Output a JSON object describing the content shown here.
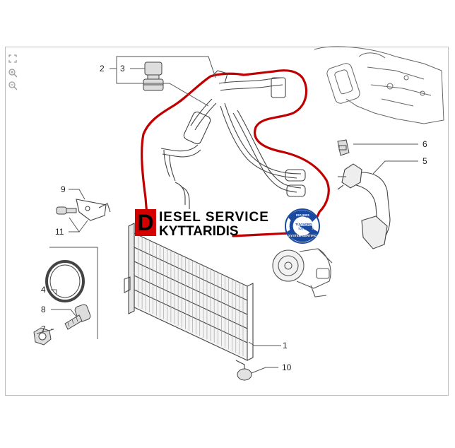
{
  "diagram": {
    "callouts": [
      {
        "id": "p1",
        "label": "1"
      },
      {
        "id": "p2",
        "label": "2"
      },
      {
        "id": "p3",
        "label": "3"
      },
      {
        "id": "p4",
        "label": "4"
      },
      {
        "id": "p5",
        "label": "5"
      },
      {
        "id": "p6",
        "label": "6"
      },
      {
        "id": "p7",
        "label": "7"
      },
      {
        "id": "p8",
        "label": "8"
      },
      {
        "id": "p9",
        "label": "9"
      },
      {
        "id": "p10",
        "label": "10"
      },
      {
        "id": "p11",
        "label": "11"
      }
    ],
    "highlight_color": "#c00000",
    "line_color": "#555555"
  },
  "watermark": {
    "logo_letter": "D",
    "line1": "IESEL  SERVICE",
    "line2": "KYTTARIDIS",
    "badge_top": "ISO 9001",
    "badge_middle": "TÜV NORD",
    "badge_ring": "SYSTEM CERTIFICATION",
    "badge_sub": "TÜV HELLAS",
    "brand_red": "#d40000",
    "badge_blue": "#1a4aa0"
  },
  "toolbar": {
    "icons": [
      "fit-icon",
      "zoom-in-icon",
      "zoom-out-icon"
    ]
  }
}
